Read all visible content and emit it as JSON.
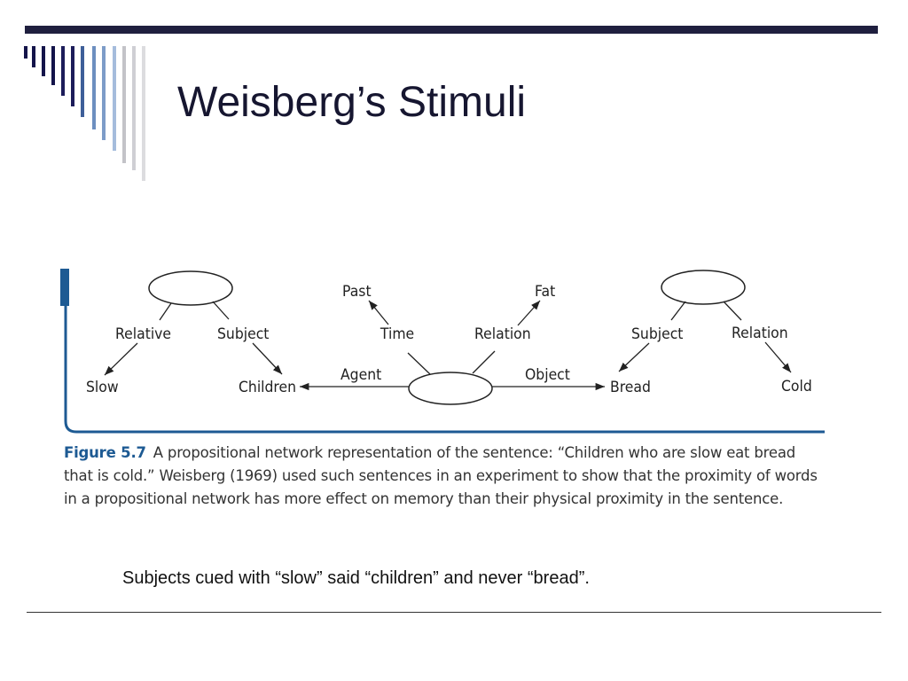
{
  "slide": {
    "title": "Weisberg’s Stimuli",
    "note": "Subjects cued with “slow” said “children” and never “bread”."
  },
  "figure": {
    "diagram": {
      "labels": {
        "past": "Past",
        "fat": "Fat",
        "time": "Time",
        "relation_center": "Relation",
        "relative": "Relative",
        "subject_left": "Subject",
        "slow": "Slow",
        "children": "Children",
        "agent": "Agent",
        "object": "Object",
        "subject_right": "Subject",
        "relation_right": "Relation",
        "bread": "Bread",
        "cold": "Cold"
      }
    },
    "caption": {
      "label": "Figure 5.7",
      "text": "A propositional network representation of the sentence: “Children who are slow eat bread that is cold.” Weisberg (1969) used such sentences in an experiment to show that the proximity of words in a propositional network has more effect on memory than their physical proximity in the sentence."
    }
  },
  "colors": {
    "accent_blue": "#1d5a93",
    "title_navy": "#161630"
  }
}
